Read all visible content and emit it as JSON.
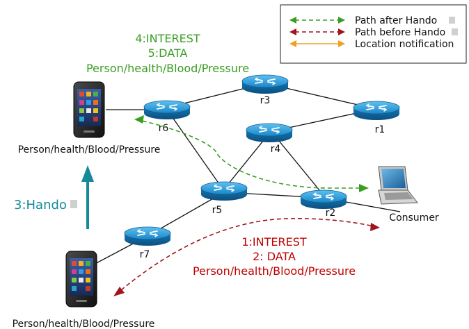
{
  "legend": {
    "items": [
      {
        "label": "Path after Hando",
        "color": "#3a9d23",
        "style": "dashed"
      },
      {
        "label": "Path before Hando",
        "color": "#a0141e",
        "style": "dashed"
      },
      {
        "label": "Location notification",
        "color": "#f0a020",
        "style": "solid"
      }
    ]
  },
  "routers": {
    "r1": "r1",
    "r2": "r2",
    "r3": "r3",
    "r4": "r4",
    "r5": "r5",
    "r6": "r6",
    "r7": "r7"
  },
  "labels": {
    "top_step1": "4:INTEREST",
    "top_step2": "5:DATA",
    "top_name": "Person/health/Blood/Pressure",
    "top_phone_name": "Person/health/Blood/Pressure",
    "bottom_phone_name": "Person/health/Blood/Pressure",
    "handoff": "3:Hando",
    "bottom_step1": "1:INTEREST",
    "bottom_step2": "2: DATA",
    "bottom_name": "Person/health/Blood/Pressure",
    "consumer": "Consumer"
  },
  "colors": {
    "green": "#3a9d23",
    "red": "#c00000",
    "teal": "#16899a",
    "router_blue": "#1f8fd0"
  },
  "icons": {
    "router": "router-icon",
    "phone": "smartphone-icon",
    "laptop": "laptop-icon"
  }
}
